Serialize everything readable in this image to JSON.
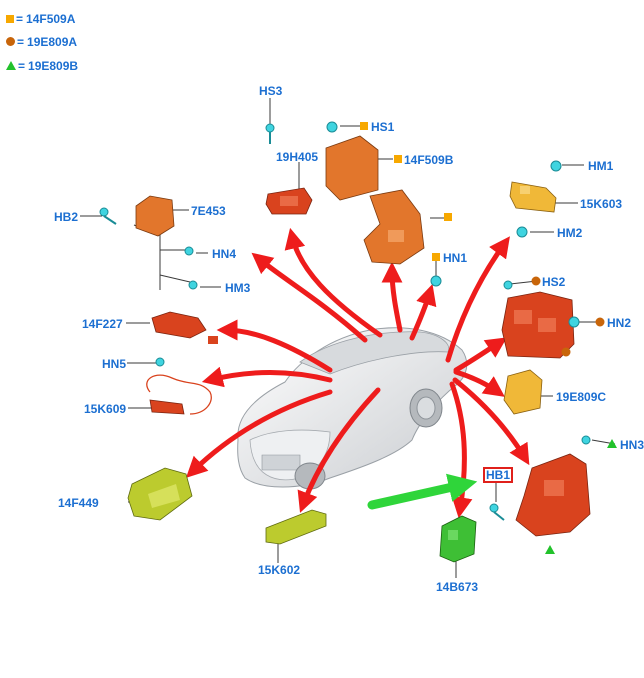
{
  "legend": [
    {
      "symbol": "square",
      "color": "#f7a800",
      "sep": "=",
      "code": "14F509A"
    },
    {
      "symbol": "circle",
      "color": "#c8650a",
      "sep": "=",
      "code": "19E809A"
    },
    {
      "symbol": "triangle",
      "color": "#22c22b",
      "sep": "=",
      "code": "19E809B"
    }
  ],
  "labels": {
    "hs3": "HS3",
    "r19h405": "19H405",
    "hs1": "HS1",
    "r14f509b": "14F509B",
    "hn1": "HN1",
    "hm1": "HM1",
    "k15k603": "15K603",
    "hm2": "HM2",
    "hb2": "HB2",
    "m7e453": "7E453",
    "hn4": "HN4",
    "hm3": "HM3",
    "m14f227": "14F227",
    "hn5": "HN5",
    "k15k609": "15K609",
    "hs2": "HS2",
    "hn2": "HN2",
    "r19e809c": "19E809C",
    "hn3": "HN3",
    "hb1": "HB1",
    "m14f449": "14F449",
    "k15k602": "15K602",
    "m14b673": "14B673"
  },
  "colors": {
    "label": "#1c6fd1",
    "arrow_red": "#ee1c1c",
    "arrow_green": "#2fd53a",
    "module_orange": "#e2762c",
    "module_red": "#d9431e",
    "module_yellow": "#f0b838",
    "module_green": "#3ebf35",
    "module_olive": "#bccb2e",
    "fastener_cyan": "#3fd4e0"
  }
}
